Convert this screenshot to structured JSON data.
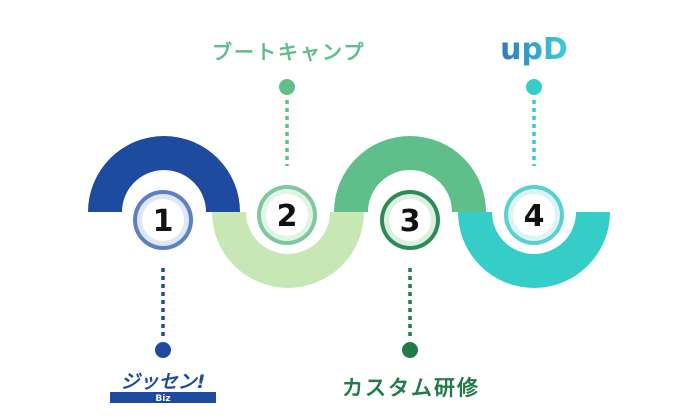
{
  "steps": [
    {
      "number": "1",
      "color": "#1e4aa0",
      "label": "ジッセン!"
    },
    {
      "number": "2",
      "color": "#c7e7b4",
      "label": "ブートキャンプ"
    },
    {
      "number": "3",
      "color": "#5fbe8a",
      "label": "カスタム研修"
    },
    {
      "number": "4",
      "color": "#34cdc8",
      "label": "upD"
    }
  ],
  "logo_jissen": {
    "main": "ジッセン!",
    "sub": "Biz",
    "color": "#1e4aa0"
  },
  "logo_upd": {
    "text": "upD",
    "color_start": "#2d79c4",
    "color_end": "#3fcfd4"
  },
  "colors": {
    "blue": "#1e4aa0",
    "light_green": "#c7e7b4",
    "green": "#5fbe8a",
    "dark_green": "#217a48",
    "teal": "#34cdc8"
  }
}
